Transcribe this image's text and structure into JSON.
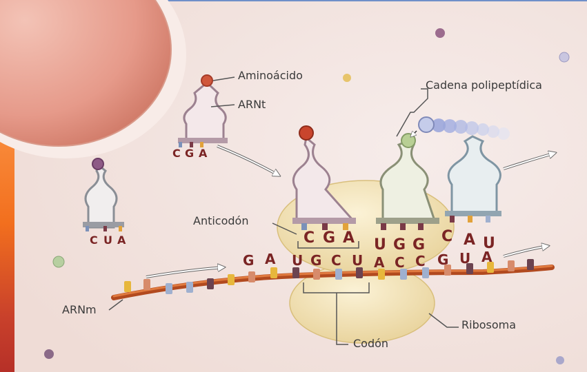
{
  "labels": {
    "aminoacido": "Aminoácido",
    "arnt": "ARNt",
    "cadena": "Cadena polipeptídica",
    "anticodon": "Anticodón",
    "arnm": "ARNm",
    "codon": "Codón",
    "ribosoma": "Ribosoma"
  },
  "trna_small": {
    "anticodon": [
      "C",
      "G",
      "A"
    ]
  },
  "trna_left": {
    "anticodon": [
      "C",
      "U",
      "A"
    ]
  },
  "site_p": {
    "anticodon": [
      "C",
      "G",
      "A"
    ]
  },
  "site_a": {
    "anticodon": [
      "U",
      "G",
      "G"
    ]
  },
  "trna_exit": {
    "anticodon": [
      "C",
      "A",
      "U"
    ]
  },
  "mrna_sequence": [
    "G",
    "A",
    "U",
    "G",
    "C",
    "U",
    "A",
    "C",
    "C",
    "G",
    "U",
    "A"
  ],
  "colors": {
    "accent_sidebar": "#f26f1e",
    "mrna_strand": "#c95a2a",
    "ribosome": "#f0e2b6",
    "amino_acid_red": "#c4462e",
    "amino_acid_green": "#a7c27f",
    "base_text": "#7a2424"
  }
}
